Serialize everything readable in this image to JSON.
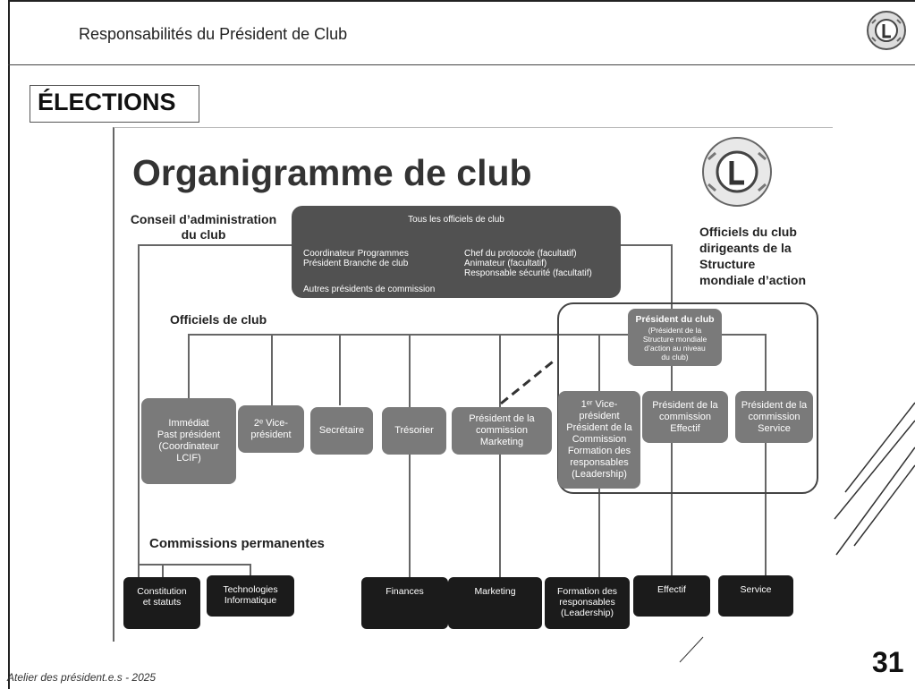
{
  "header": {
    "title": "Responsabilités du Président de Club"
  },
  "section": {
    "title": "ÉLECTIONS"
  },
  "diagram": {
    "title": "Organigramme de club",
    "board_label": "Conseil d’administration\ndu club",
    "all_officers": {
      "title": "Tous les officiels de club",
      "left_items": "Coordinateur Programmes\nPrésident Branche de club",
      "right_items": "Chef du protocole (facultatif)\nAnimateur (facultatif)\nResponsable sécurité (facultatif)",
      "bottom_item": "Autres présidents de commission"
    },
    "global_action_label": "Officiels du club\ndirigeants de la\nStructure\nmondiale d’action",
    "club_officers_label": "Officiels de club",
    "president_box": {
      "title": "Président du club",
      "subtitle": "(Président de la\nStructure mondiale\nd’action au niveau\ndu club)"
    },
    "officers": [
      {
        "label": "Immédiat\nPast président\n(Coordinateur\nLCIF)"
      },
      {
        "label": "2ᵉ Vice-\nprésident"
      },
      {
        "label": "Secrétaire"
      },
      {
        "label": "Trésorier"
      },
      {
        "label": "Président de la\ncommission\nMarketing"
      },
      {
        "label": "1ᵉʳ Vice-\nprésident\nPrésident de la\nCommission\nFormation des\nresponsables\n(Leadership)"
      },
      {
        "label": "Président de la\ncommission\nEffectif"
      },
      {
        "label": "Président de la\ncommission\nService"
      }
    ],
    "standing_label": "Commissions permanentes",
    "committees": [
      {
        "label": "Constitution\net statuts"
      },
      {
        "label": "Technologies\nInformatique"
      },
      {
        "label": "Finances"
      },
      {
        "label": "Marketing"
      },
      {
        "label": "Formation des\nresponsables\n(Leadership)"
      },
      {
        "label": "Effectif"
      },
      {
        "label": "Service"
      }
    ]
  },
  "footer": {
    "text": "Atelier des président.e.s - 2025",
    "page_number": "31"
  }
}
